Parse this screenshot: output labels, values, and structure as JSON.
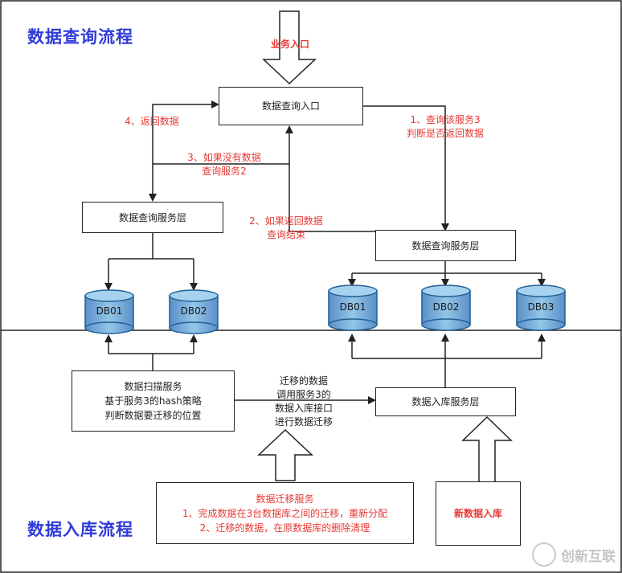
{
  "titles": {
    "query_flow": "数据查询流程",
    "ingest_flow": "数据入库流程"
  },
  "labels": {
    "business_entry": "业务入口",
    "query_entry": "数据查询入口",
    "query_service_left": "数据查询服务层",
    "query_service_right": "数据查询服务层",
    "ingest_service": "数据入库服务层",
    "scan_service": [
      "数据扫描服务",
      "基于服务3的hash策略",
      "判断数据要迁移的位置"
    ],
    "migrate_service": [
      "数据迁移服务",
      "1、完成数据在3台数据库之间的迁移，重新分配",
      "2、迁移的数据，在原数据库的删除清理"
    ],
    "new_data_ingest": "新数据入库"
  },
  "notes": {
    "step1": [
      "1、查询该服务3",
      "判断是否返回数据"
    ],
    "step2": [
      "2、如果返回数据",
      "查询结束"
    ],
    "step3": [
      "3、如果没有数据",
      "查询服务2"
    ],
    "step4": "4、返回数据",
    "migrate_call": [
      "迁移的数据",
      "调用服务3的",
      "数据入库接口",
      "进行数据迁移"
    ]
  },
  "databases": {
    "left": [
      "DB01",
      "DB02"
    ],
    "right": [
      "DB01",
      "DB02",
      "DB03"
    ]
  },
  "watermark": "创新互联",
  "colors": {
    "title_blue": "#2f3bd6",
    "note_red": "#e53935",
    "db_top": "#6aa6d8",
    "db_body": "#8ec1e6",
    "line": "#222222"
  }
}
